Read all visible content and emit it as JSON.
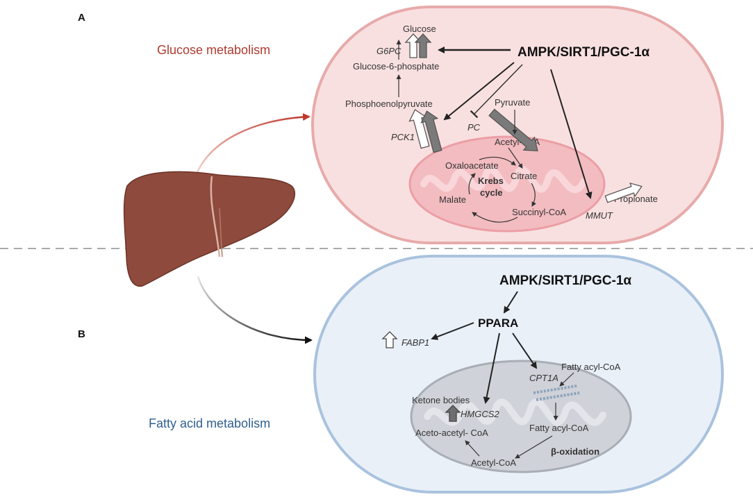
{
  "panels": {
    "a": {
      "letter": "A",
      "title": "Glucose metabolism",
      "regulator": "AMPK/SIRT1/PGC-1α",
      "metabolites": {
        "glucose": "Glucose",
        "g6p": "Glucose-6-phosphate",
        "pep": "Phosphoenolpyruvate",
        "pyruvate": "Pyruvate",
        "acetyl_coa": "Acetyl-CoA",
        "oxaloacetate": "Oxaloacetate",
        "citrate": "Citrate",
        "malate": "Malate",
        "succinyl_coa": "Succinyl-CoA",
        "propionate": "Propionate"
      },
      "cycle_line1": "Krebs",
      "cycle_line2": "cycle",
      "genes": {
        "g6pc": "G6PC",
        "pck1": "PCK1",
        "pc": "PC",
        "mmut": "MMUT"
      }
    },
    "b": {
      "letter": "B",
      "title": "Fatty acid metabolism",
      "regulator": "AMPK/SIRT1/PGC-1α",
      "ppara": "PPARA",
      "genes": {
        "fabp1": "FABP1",
        "cpt1a": "CPT1A",
        "hmgcs2": "HMGCS2"
      },
      "metabolites": {
        "fatty_acyl_coa_out": "Fatty acyl-CoA",
        "fatty_acyl_coa_in": "Fatty acyl-CoA",
        "ketone_bodies": "Ketone bodies",
        "acetoacetyl_coa": "Aceto-acetyl- CoA",
        "acetyl_coa": "Acetyl-CoA"
      },
      "process": "β-oxidation"
    }
  },
  "colors": {
    "panel_a_title": "#b03a2e",
    "panel_b_title": "#2f5f8f",
    "cell_a_fill": "#f9e0e0",
    "cell_a_stroke": "#e7aaaa",
    "cell_b_fill": "#e9f0f8",
    "cell_b_stroke": "#a9c2de",
    "liver": "#8e4a3c",
    "arrow_dark": "#222222",
    "block_arrow_gray": "#7a7a7a"
  }
}
